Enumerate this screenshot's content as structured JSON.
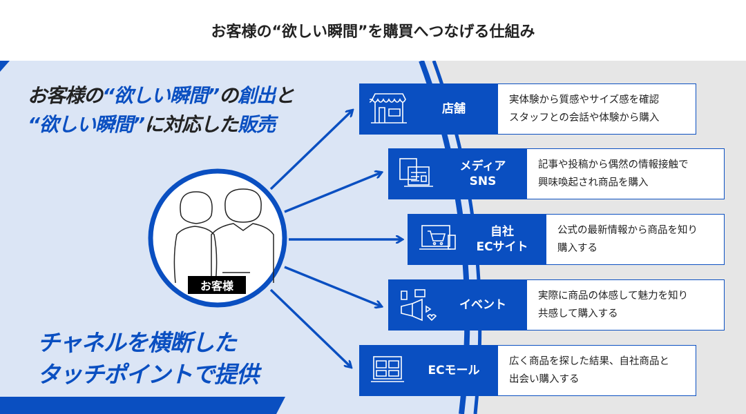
{
  "title": "お客様の“欲しい瞬間”を購買へつなげる仕組み",
  "headline": {
    "p1": "お客様の",
    "p2": "“欲しい瞬間”",
    "p3": "の",
    "p4": "創出",
    "p5": "と",
    "p6": "“欲しい瞬間”",
    "p7": "に対応した",
    "p8": "販売"
  },
  "subheadline": {
    "line1": "チャネルを横断した",
    "line2": "タッチポイントで提供"
  },
  "customer_label": "お客様",
  "channels": [
    {
      "name1": "店舗",
      "name2": "",
      "icon": "store-icon",
      "desc1": "実体験から質感やサイズ感を確認",
      "desc2": "スタッフとの会話や体験から購入"
    },
    {
      "name1": "メディア",
      "name2": "SNS",
      "icon": "news-icon",
      "desc1": "記事や投稿から偶然の情報接触で",
      "desc2": "興味喚起され商品を購入"
    },
    {
      "name1": "自社",
      "name2": "ECサイト",
      "icon": "laptop-cart-icon",
      "desc1": "公式の最新情報から商品を知り",
      "desc2": "購入する"
    },
    {
      "name1": "イベント",
      "name2": "",
      "icon": "megaphone-icon",
      "desc1": "実際に商品の体感して魅力を知り",
      "desc2": "共感して購入する"
    },
    {
      "name1": "ECモール",
      "name2": "",
      "icon": "mall-icon",
      "desc1": "広く商品を探した結果、自社商品と",
      "desc2": "出会い購入する"
    }
  ],
  "colors": {
    "accent": "#0a4fc1",
    "left_bg": "#dbe5f5",
    "right_bg": "#e6e6e6"
  }
}
